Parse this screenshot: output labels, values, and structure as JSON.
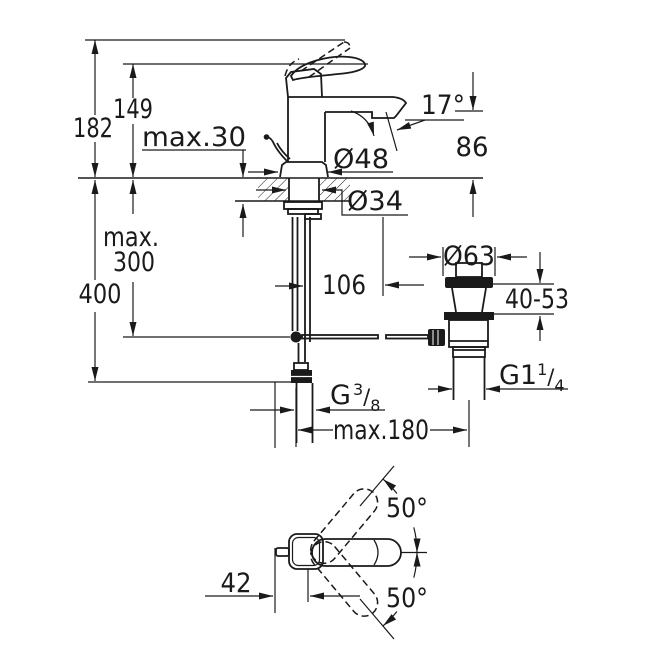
{
  "drawing": {
    "type": "technical-dimension-drawing",
    "subject": "single-lever basin mixer faucet with pop-up waste",
    "colors": {
      "ink": "#1a1a1a",
      "paper": "#ffffff"
    },
    "front": {
      "labels": {
        "total_height": "182",
        "body_height": "149",
        "deck_thickness": "max.30",
        "spout_angle": "17°",
        "spout_outlet_height": "86",
        "base_diameter": "Ø48",
        "hole_diameter": "Ø34",
        "hose_max_word": "max.",
        "hose_max_value": "300",
        "hose_length": "400",
        "spout_reach": "106",
        "drain_flange_diameter": "Ø63",
        "drain_clamp_range": "40-53",
        "drain_thread_base": "G1",
        "drain_thread_num": "1",
        "drain_thread_slash": "/",
        "drain_thread_den": "4",
        "supply_thread_base": "G",
        "supply_thread_num": "3",
        "supply_thread_slash": "/",
        "supply_thread_den": "8",
        "max_center_distance": "max.180"
      }
    },
    "top": {
      "labels": {
        "swivel_upper": "50°",
        "swivel_lower": "50°",
        "handle_offset": "42"
      }
    }
  }
}
